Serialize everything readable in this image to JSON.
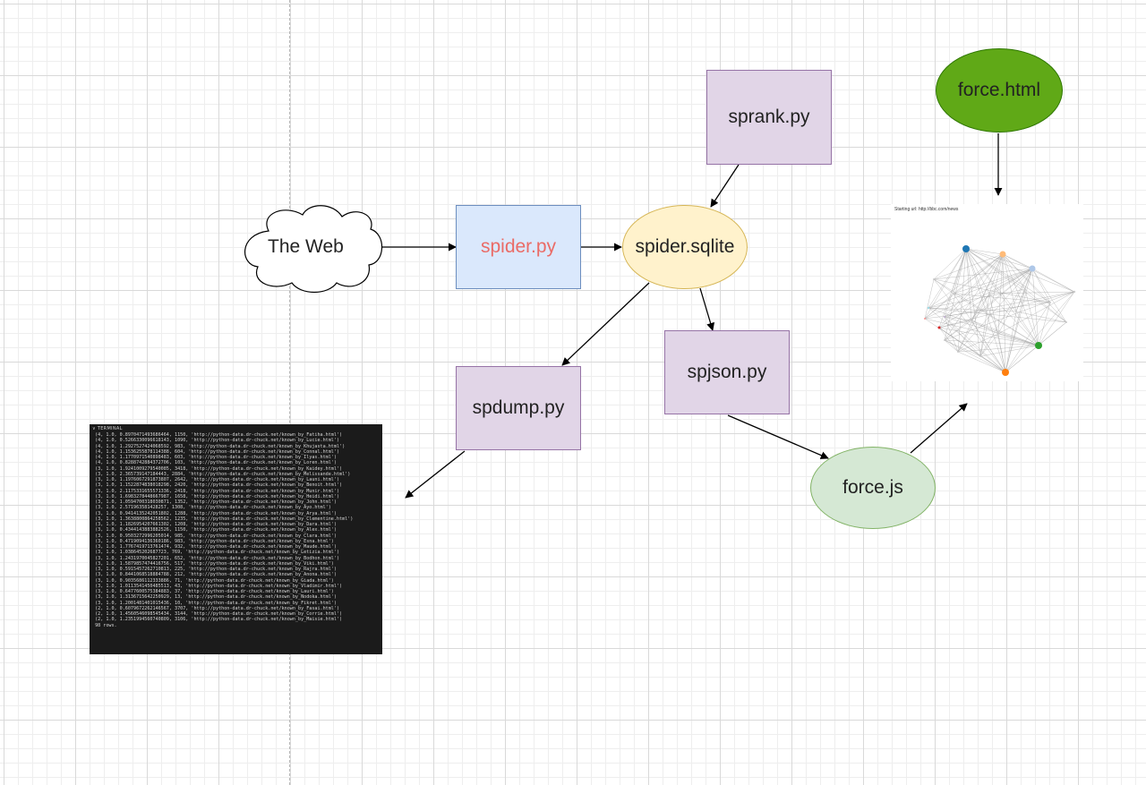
{
  "nodes": {
    "web": "The Web",
    "spider_py": "spider.py",
    "spider_sqlite": "spider.sqlite",
    "sprank_py": "sprank.py",
    "spdump_py": "spdump.py",
    "spjson_py": "spjson.py",
    "force_js": "force.js",
    "force_html": "force.html"
  },
  "colors": {
    "spider_py_text": "#ea6b66",
    "purple_fill": "#e1d5e7",
    "blue_fill": "#dae8fc",
    "yellow_fill": "#fff2cc",
    "dark_green_fill": "#60a917",
    "light_green_fill": "#d5e8d4"
  },
  "terminal": {
    "title": "TERMINAL",
    "lines": [
      "(4, 1.0, 0.8970471493686464, 1150, 'http://python-data.dr-chuck.net/known_by_Fatiha.html')",
      "(4, 1.0, 0.5266330096618143, 1090, 'http://python-data.dr-chuck.net/known_by_Lucie.html')",
      "(4, 1.0, 1.2927527424068592, 983, 'http://python-data.dr-chuck.net/known_by_Khujasta.html')",
      "(4, 1.0, 1.1536255878114388, 604, 'http://python-data.dr-chuck.net/known_by_Connal.html')",
      "(4, 1.0, 1.1770971540898483, 603, 'http://python-data.dr-chuck.net/known_by_Ilyas.html')",
      "(4, 1.0, 0.8288742884372706, 103, 'http://python-data.dr-chuck.net/known_by_Loren.html')",
      "(3, 1.0, 1.9241009279540085, 3418, 'http://python-data.dr-chuck.net/known_by_Kaidey.html')",
      "(3, 1.0, 2.365739147184443, 2884, 'http://python-data.dr-chuck.net/known_by_Melissande.html')",
      "(3, 1.0, 1.1976067291873807, 2642, 'http://python-data.dr-chuck.net/known_by_Launi.html')",
      "(3, 1.0, 1.1522874838018298, 2420, 'http://python-data.dr-chuck.net/known_by_Benoit.html')",
      "(3, 1.0, 2.1175331655571336, 2418, 'http://python-data.dr-chuck.net/known_by_Munir.html')",
      "(3, 1.0, 1.6983278448667987, 1658, 'http://python-data.dr-chuck.net/known_by_Heidi.html')",
      "(3, 1.0, 1.0594700318030871, 1352, 'http://python-data.dr-chuck.net/known_by_John.html')",
      "(3, 1.0, 2.571963581428257, 1308, 'http://python-data.dr-chuck.net/known_by_Ayo.html')",
      "(3, 1.0, 0.9414135242051802, 1288, 'http://python-data.dr-chuck.net/known_by_Arya.html')",
      "(3, 1.0, 1.3638800864258562, 1235, 'http://python-data.dr-chuck.net/known_by_Clementine.html')",
      "(3, 1.0, 1.1826954207661302, 1208, 'http://python-data.dr-chuck.net/known_by_Dara.html')",
      "(3, 1.0, 0.4344143883882526, 1150, 'http://python-data.dr-chuck.net/known_by_Alex.html')",
      "(3, 1.0, 0.9503272996205014, 985, 'http://python-data.dr-chuck.net/known_by_Clara.html')",
      "(3, 1.0, 0.4719094136360186, 983, 'http://python-data.dr-chuck.net/known_by_Esna.html')",
      "(3, 1.0, 1.7767419713761474, 932, 'http://python-data.dr-chuck.net/known_by_Maude.html')",
      "(3, 1.0, 1.038645202687723, 769, 'http://python-data.dr-chuck.net/known_by_Letizia.html')",
      "(3, 1.0, 1.2431970045827201, 652, 'http://python-data.dr-chuck.net/known_by_Bodhon.html')",
      "(3, 1.0, 1.5879857474416756, 517, 'http://python-data.dr-chuck.net/known_by_Viki.html')",
      "(3, 1.0, 0.5915457262710813, 225, 'http://python-data.dr-chuck.net/known_by_Rajra.html')",
      "(3, 1.0, 0.8441068518884788, 212, 'http://python-data.dr-chuck.net/known_by_Anona.html')",
      "(3, 1.0, 0.9035686112333886, 71, 'http://python-data.dr-chuck.net/known_by_Giada.html')",
      "(3, 1.0, 1.0113541450485513, 43, 'http://python-data.dr-chuck.net/known_by_Vladimir.html')",
      "(3, 1.0, 0.6477600575384883, 37, 'http://python-data.dr-chuck.net/known_by_Lauri.html')",
      "(3, 1.0, 1.3136715642250929, 13, 'http://python-data.dr-chuck.net/known_by_Nodoka.html')",
      "(3, 1.0, 1.2001481401015436, 10, 'http://python-data.dr-chuck.net/known_by_Fikret.html')",
      "(2, 1.0, 0.6079672262146567, 3707, 'http://python-data.dr-chuck.net/known_by_Fasai.html')",
      "(2, 1.0, 1.4560546098545434, 3144, 'http://python-data.dr-chuck.net/known_by_Corrie.html')",
      "(2, 1.0, 1.2351994560740809, 3106, 'http://python-data.dr-chuck.net/known_by_Maisie.html')",
      "98 rows."
    ]
  },
  "graph_preview": {
    "title": "Starting url: http://bbc.com/news",
    "highlight_colors": [
      "#1f77b4",
      "#ffbb78",
      "#aec7e8",
      "#2ca02c",
      "#ff7f0e",
      "#d62728"
    ]
  }
}
